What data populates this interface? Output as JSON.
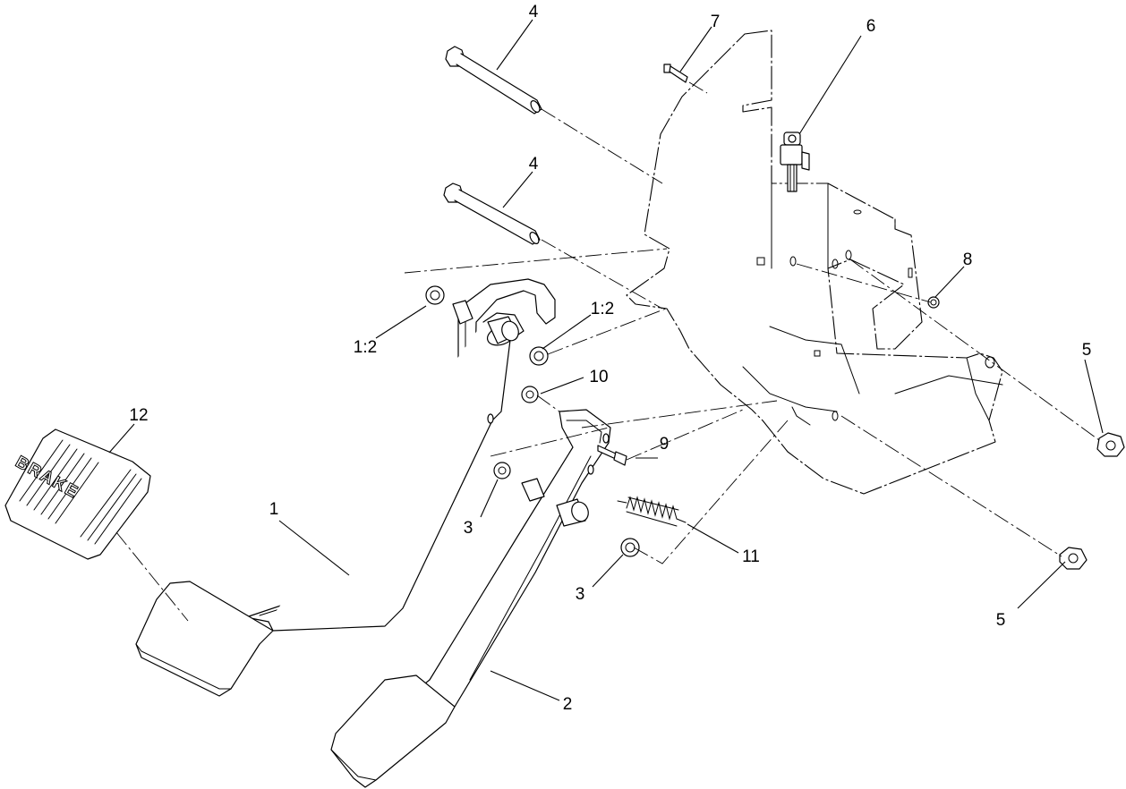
{
  "callouts": [
    {
      "id": "label-4-top",
      "text": "4"
    },
    {
      "id": "label-7",
      "text": "7"
    },
    {
      "id": "label-6",
      "text": "6"
    },
    {
      "id": "label-4-mid",
      "text": "4"
    },
    {
      "id": "label-8",
      "text": "8"
    },
    {
      "id": "label-1-2-left",
      "text": "1:2"
    },
    {
      "id": "label-1-2-right",
      "text": "1:2"
    },
    {
      "id": "label-10",
      "text": "10"
    },
    {
      "id": "label-5-right",
      "text": "5"
    },
    {
      "id": "label-12",
      "text": "12"
    },
    {
      "id": "label-9",
      "text": "9"
    },
    {
      "id": "label-1",
      "text": "1"
    },
    {
      "id": "label-3-left",
      "text": "3"
    },
    {
      "id": "label-11",
      "text": "11"
    },
    {
      "id": "label-3-bottom",
      "text": "3"
    },
    {
      "id": "label-5-bottom",
      "text": "5"
    },
    {
      "id": "label-2",
      "text": "2"
    }
  ],
  "pad_marking": "BRAKE"
}
